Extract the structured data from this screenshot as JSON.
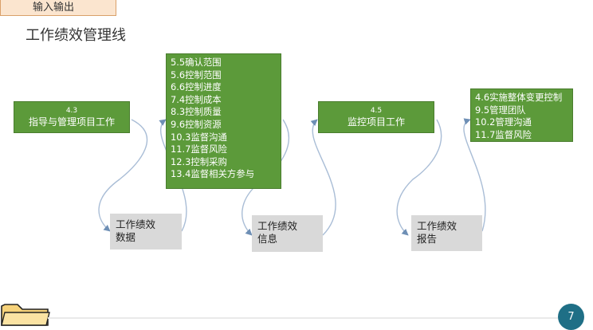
{
  "header": {
    "tab_label": "输入输出",
    "title": "工作绩效管理线"
  },
  "flow": {
    "direct": {
      "number": "4.3",
      "label": "指导与管理项目工作"
    },
    "control_processes": [
      "5.5确认范围",
      "5.6控制范围",
      "6.6控制进度",
      "7.4控制成本",
      "8.3控制质量",
      "9.6控制资源",
      "10.3监督沟通",
      "11.7监督风险",
      "12.3控制采购",
      "13.4监督相关方参与"
    ],
    "monitor": {
      "number": "4.5",
      "label": "监控项目工作"
    },
    "final_processes": [
      "4.6实施整体变更控制",
      "9.5管理团队",
      "10.2管理沟通",
      "11.7监督风险"
    ],
    "data": {
      "line1": "工作绩效",
      "line2": "数据"
    },
    "info": {
      "line1": "工作绩效",
      "line2": "信息"
    },
    "report": {
      "line1": "工作绩效",
      "line2": "报告"
    }
  },
  "footer": {
    "page_number": "7"
  },
  "colors": {
    "green": "#5c9a3a",
    "gray": "#d9d9d9",
    "tab": "#fbe5cf",
    "page_badge": "#1f6f86"
  },
  "icons": [
    "folder-icon",
    "arrow-icon"
  ]
}
